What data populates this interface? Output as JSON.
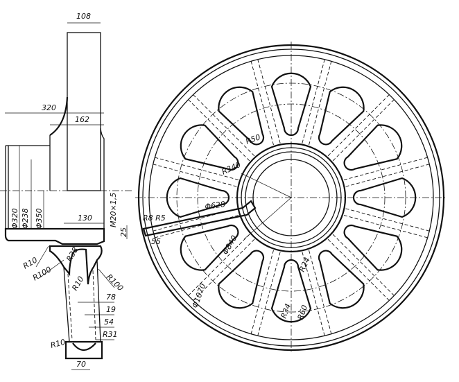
{
  "section_view": {
    "dims": {
      "width_top": "108",
      "overall_width": "320",
      "hub_width": "162",
      "d320": "Φ320",
      "d238": "Φ238",
      "d350": "Φ350",
      "thread": "M20×1,5",
      "flange_130": "130",
      "dim_25": "25",
      "r10_a": "R10",
      "r100_a": "R100",
      "r38": "R38",
      "r10_b": "R10",
      "r100_b": "R100",
      "d78": "78",
      "d19": "19",
      "d54": "54",
      "r31": "R31",
      "r10_c": "R10",
      "rim_70": "70"
    }
  },
  "front_view": {
    "dims": {
      "r50": "R50",
      "r340": "R340",
      "d628": "Φ628",
      "r8r5": "R8 R5",
      "d55": "55",
      "d840": "Φ840",
      "d1070": "Φ1070",
      "r24": "R24",
      "r34": "R34",
      "r60": "R60"
    },
    "slot_count": 12
  }
}
